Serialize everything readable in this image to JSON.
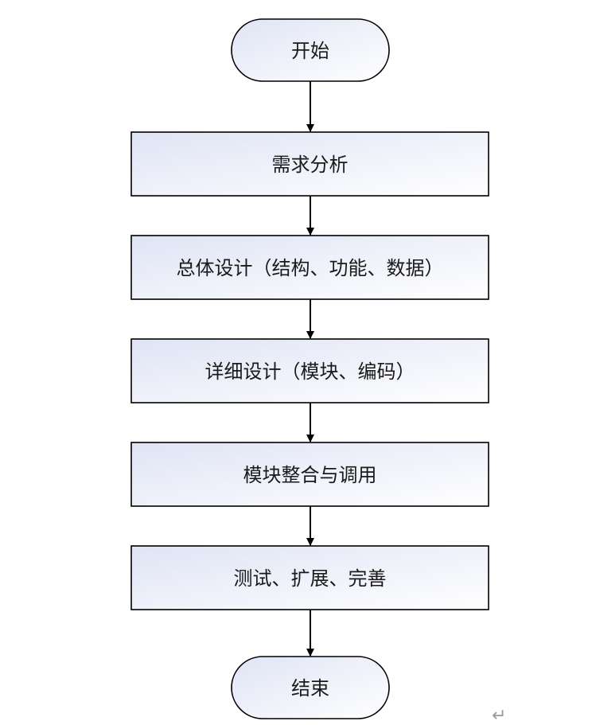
{
  "flowchart": {
    "nodes": [
      {
        "id": "start",
        "shape": "terminal",
        "label": "开始"
      },
      {
        "id": "step1",
        "shape": "process",
        "label": "需求分析"
      },
      {
        "id": "step2",
        "shape": "process",
        "label": "总体设计（结构、功能、数据）"
      },
      {
        "id": "step3",
        "shape": "process",
        "label": "详细设计（模块、编码）"
      },
      {
        "id": "step4",
        "shape": "process",
        "label": "模块整合与调用"
      },
      {
        "id": "step5",
        "shape": "process",
        "label": "测试、扩展、完善"
      },
      {
        "id": "end",
        "shape": "terminal",
        "label": "结束"
      }
    ],
    "edges": [
      {
        "from": "start",
        "to": "step1"
      },
      {
        "from": "step1",
        "to": "step2"
      },
      {
        "from": "step2",
        "to": "step3"
      },
      {
        "from": "step3",
        "to": "step4"
      },
      {
        "from": "step4",
        "to": "step5"
      },
      {
        "from": "step5",
        "to": "end"
      }
    ],
    "colors": {
      "stroke": "#000000",
      "fill_start": "#dfe4f5",
      "fill_end": "#ffffff"
    },
    "paragraph_mark": "↵"
  }
}
